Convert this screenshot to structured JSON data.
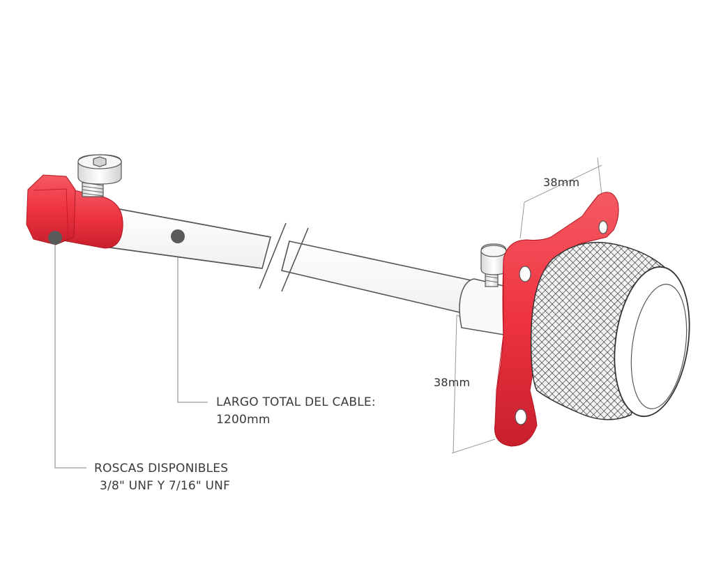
{
  "labels": {
    "cable_length_title": "LARGO TOTAL DEL CABLE:",
    "cable_length_value": "1200mm",
    "threads_title": "ROSCAS DISPONIBLES",
    "threads_value": "3/8\" UNF Y 7/16\" UNF",
    "dimension_width": "38mm",
    "dimension_height": "38mm"
  },
  "colors": {
    "accent_red": "#ee3340",
    "callout_dot": "#5a5a5a",
    "line": "#555555",
    "leader": "#9a9a9a"
  },
  "icons": [
    "socket-head-screw-icon",
    "knurled-knob-icon"
  ]
}
